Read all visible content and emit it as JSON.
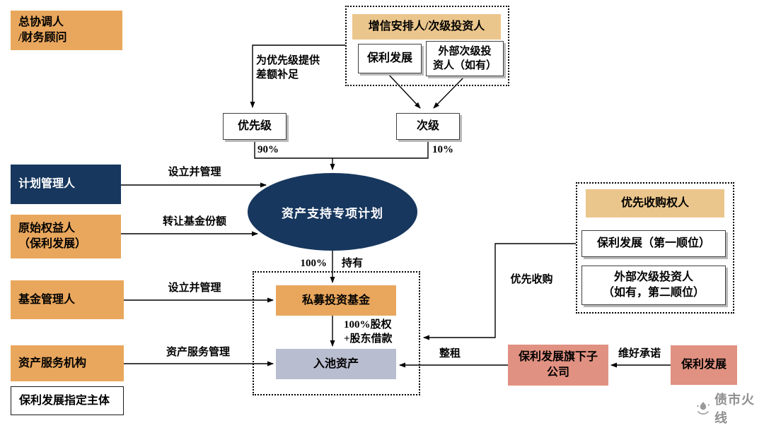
{
  "nodes": {
    "coordinator": "总协调人\n/财务顾问",
    "credit_group_title": "增信安排人/次级投资人",
    "credit_poly": "保利发展",
    "credit_external": "外部次级投\n资人（如有）",
    "senior": "优先级",
    "subordinate": "次级",
    "plan_manager": "计划管理人",
    "original_holder": "原始权益人\n（保利发展）",
    "spv": "资产支持专项计划",
    "fund_manager": "基金管理人",
    "private_fund": "私募投资基金",
    "asset_servicer": "资产服务机构",
    "designated_entity": "保利发展指定主体",
    "pooled_assets": "入池资产",
    "priority_group_title": "优先收购权人",
    "priority_first": "保利发展（第一顺位）",
    "priority_second": "外部次级投资人\n（如有，第二顺位）",
    "poly_subsidiary": "保利发展旗下子\n公司",
    "poly_dev": "保利发展"
  },
  "edges": {
    "shortfall": "为优先级提供\n差额补足",
    "pct_90": "90%",
    "pct_10": "10%",
    "establish_manage_1": "设立并管理",
    "transfer_shares": "转让基金份额",
    "establish_manage_2": "设立并管理",
    "asset_service": "资产服务管理",
    "pct_100": "100%",
    "hold": "持有",
    "equity_loan": "100%股权\n+股东借款",
    "priority_acquire": "优先收购",
    "keepwell": "维好承诺",
    "lease": "整租"
  },
  "logo": {
    "text": "债市火线"
  },
  "colors": {
    "orange": "#E9A75D",
    "tan_header": "#EBC68C",
    "navy": "#17375E",
    "salmon": "#E19181",
    "gray_asset": "#B9BDD0",
    "line": "#000000"
  }
}
